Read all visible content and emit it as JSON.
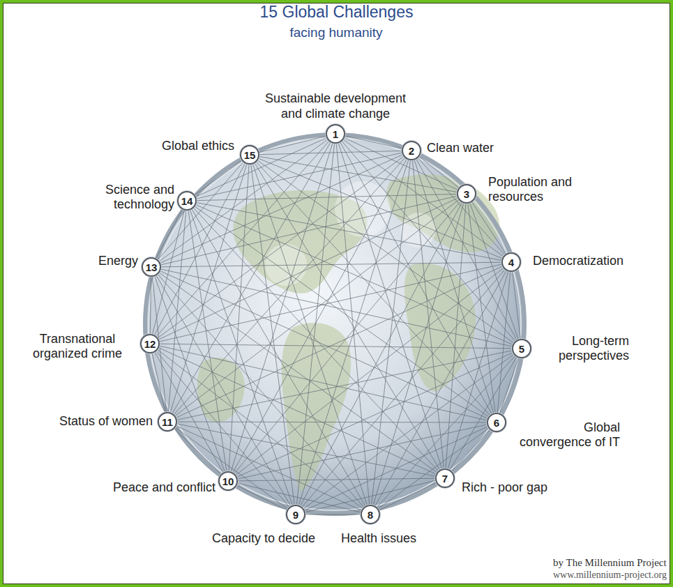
{
  "diagram": {
    "title": "15 Global Challenges",
    "nodes": [
      {
        "text": [
          "1",
          "Sustainable development and climate change"
        ]
      },
      {
        "text": [
          "2",
          "Clean water"
        ]
      },
      {
        "text": [
          "3",
          "Population and resources"
        ]
      },
      {
        "text": [
          "4",
          "Democratization"
        ]
      },
      {
        "text": [
          "5",
          "Long-term perspectives"
        ]
      },
      {
        "text": [
          "6",
          "Global convergence of IT"
        ]
      },
      {
        "text": [
          "7",
          "Rich - poor gap"
        ]
      },
      {
        "text": [
          "8",
          "Health issues"
        ]
      },
      {
        "text": [
          "9",
          "Capacity to decide"
        ]
      },
      {
        "text": [
          "10",
          "Peace and conflict"
        ]
      },
      {
        "text": [
          "11",
          "Status of women"
        ]
      },
      {
        "text": [
          "12",
          "Transnational organized crime"
        ]
      },
      {
        "text": [
          "13",
          "Energy"
        ]
      },
      {
        "text": [
          "14",
          "Science and technology"
        ]
      },
      {
        "text": [
          "15",
          "Global ethics"
        ]
      }
    ],
    "edges": [
      {
        "from": 0,
        "to": 1,
        "arrow": "none"
      },
      {
        "from": 0,
        "to": 2,
        "arrow": "none"
      },
      {
        "from": 0,
        "to": 3,
        "arrow": "none"
      },
      {
        "from": 0,
        "to": 4,
        "arrow": "none"
      },
      {
        "from": 0,
        "to": 5,
        "arrow": "none"
      },
      {
        "from": 0,
        "to": 6,
        "arrow": "none"
      },
      {
        "from": 0,
        "to": 7,
        "arrow": "none"
      },
      {
        "from": 0,
        "to": 8,
        "arrow": "none"
      },
      {
        "from": 0,
        "to": 9,
        "arrow": "none"
      },
      {
        "from": 0,
        "to": 10,
        "arrow": "none"
      },
      {
        "from": 0,
        "to": 11,
        "arrow": "none"
      },
      {
        "from": 0,
        "to": 12,
        "arrow": "none"
      },
      {
        "from": 0,
        "to": 13,
        "arrow": "none"
      },
      {
        "from": 0,
        "to": 14,
        "arrow": "none"
      },
      {
        "from": 1,
        "to": 2,
        "arrow": "none"
      },
      {
        "from": 1,
        "to": 3,
        "arrow": "none"
      },
      {
        "from": 1,
        "to": 4,
        "arrow": "none"
      },
      {
        "from": 1,
        "to": 5,
        "arrow": "none"
      },
      {
        "from": 1,
        "to": 6,
        "arrow": "none"
      },
      {
        "from": 1,
        "to": 7,
        "arrow": "none"
      },
      {
        "from": 1,
        "to": 8,
        "arrow": "none"
      },
      {
        "from": 1,
        "to": 9,
        "arrow": "none"
      },
      {
        "from": 1,
        "to": 10,
        "arrow": "none"
      },
      {
        "from": 1,
        "to": 11,
        "arrow": "none"
      },
      {
        "from": 1,
        "to": 12,
        "arrow": "none"
      },
      {
        "from": 1,
        "to": 13,
        "arrow": "none"
      },
      {
        "from": 1,
        "to": 14,
        "arrow": "none"
      },
      {
        "from": 2,
        "to": 3,
        "arrow": "none"
      },
      {
        "from": 2,
        "to": 4,
        "arrow": "none"
      },
      {
        "from": 2,
        "to": 5,
        "arrow": "none"
      },
      {
        "from": 2,
        "to": 6,
        "arrow": "none"
      },
      {
        "from": 2,
        "to": 7,
        "arrow": "none"
      },
      {
        "from": 2,
        "to": 8,
        "arrow": "none"
      },
      {
        "from": 2,
        "to": 9,
        "arrow": "none"
      },
      {
        "from": 2,
        "to": 10,
        "arrow": "none"
      },
      {
        "from": 2,
        "to": 11,
        "arrow": "none"
      },
      {
        "from": 2,
        "to": 12,
        "arrow": "none"
      },
      {
        "from": 2,
        "to": 13,
        "arrow": "none"
      },
      {
        "from": 2,
        "to": 14,
        "arrow": "none"
      },
      {
        "from": 3,
        "to": 4,
        "arrow": "none"
      },
      {
        "from": 3,
        "to": 5,
        "arrow": "none"
      },
      {
        "from": 3,
        "to": 6,
        "arrow": "none"
      },
      {
        "from": 3,
        "to": 7,
        "arrow": "none"
      },
      {
        "from": 3,
        "to": 8,
        "arrow": "none"
      },
      {
        "from": 3,
        "to": 9,
        "arrow": "none"
      },
      {
        "from": 3,
        "to": 10,
        "arrow": "none"
      },
      {
        "from": 3,
        "to": 11,
        "arrow": "none"
      },
      {
        "from": 3,
        "to": 12,
        "arrow": "none"
      },
      {
        "from": 3,
        "to": 13,
        "arrow": "none"
      },
      {
        "from": 3,
        "to": 14,
        "arrow": "none"
      },
      {
        "from": 4,
        "to": 5,
        "arrow": "none"
      },
      {
        "from": 4,
        "to": 6,
        "arrow": "none"
      },
      {
        "from": 4,
        "to": 7,
        "arrow": "none"
      },
      {
        "from": 4,
        "to": 8,
        "arrow": "none"
      },
      {
        "from": 4,
        "to": 9,
        "arrow": "none"
      },
      {
        "from": 4,
        "to": 10,
        "arrow": "none"
      },
      {
        "from": 4,
        "to": 11,
        "arrow": "none"
      },
      {
        "from": 4,
        "to": 12,
        "arrow": "none"
      },
      {
        "from": 4,
        "to": 13,
        "arrow": "none"
      },
      {
        "from": 4,
        "to": 14,
        "arrow": "none"
      },
      {
        "from": 5,
        "to": 6,
        "arrow": "none"
      },
      {
        "from": 5,
        "to": 7,
        "arrow": "none"
      },
      {
        "from": 5,
        "to": 8,
        "arrow": "none"
      },
      {
        "from": 5,
        "to": 9,
        "arrow": "none"
      },
      {
        "from": 5,
        "to": 10,
        "arrow": "none"
      },
      {
        "from": 5,
        "to": 11,
        "arrow": "none"
      },
      {
        "from": 5,
        "to": 12,
        "arrow": "none"
      },
      {
        "from": 5,
        "to": 13,
        "arrow": "none"
      },
      {
        "from": 5,
        "to": 14,
        "arrow": "none"
      },
      {
        "from": 6,
        "to": 7,
        "arrow": "none"
      },
      {
        "from": 6,
        "to": 8,
        "arrow": "none"
      },
      {
        "from": 6,
        "to": 9,
        "arrow": "none"
      },
      {
        "from": 6,
        "to": 10,
        "arrow": "none"
      },
      {
        "from": 6,
        "to": 11,
        "arrow": "none"
      },
      {
        "from": 6,
        "to": 12,
        "arrow": "none"
      },
      {
        "from": 6,
        "to": 13,
        "arrow": "none"
      },
      {
        "from": 6,
        "to": 14,
        "arrow": "none"
      },
      {
        "from": 7,
        "to": 8,
        "arrow": "none"
      },
      {
        "from": 7,
        "to": 9,
        "arrow": "none"
      },
      {
        "from": 7,
        "to": 10,
        "arrow": "none"
      },
      {
        "from": 7,
        "to": 11,
        "arrow": "none"
      },
      {
        "from": 7,
        "to": 12,
        "arrow": "none"
      },
      {
        "from": 7,
        "to": 13,
        "arrow": "none"
      },
      {
        "from": 7,
        "to": 14,
        "arrow": "none"
      },
      {
        "from": 8,
        "to": 9,
        "arrow": "none"
      },
      {
        "from": 8,
        "to": 10,
        "arrow": "none"
      },
      {
        "from": 8,
        "to": 11,
        "arrow": "none"
      },
      {
        "from": 8,
        "to": 12,
        "arrow": "none"
      },
      {
        "from": 8,
        "to": 13,
        "arrow": "none"
      },
      {
        "from": 8,
        "to": 14,
        "arrow": "none"
      },
      {
        "from": 9,
        "to": 10,
        "arrow": "none"
      },
      {
        "from": 9,
        "to": 11,
        "arrow": "none"
      },
      {
        "from": 9,
        "to": 12,
        "arrow": "none"
      },
      {
        "from": 9,
        "to": 13,
        "arrow": "none"
      },
      {
        "from": 9,
        "to": 14,
        "arrow": "none"
      },
      {
        "from": 10,
        "to": 11,
        "arrow": "none"
      },
      {
        "from": 10,
        "to": 12,
        "arrow": "none"
      },
      {
        "from": 10,
        "to": 13,
        "arrow": "none"
      },
      {
        "from": 10,
        "to": 14,
        "arrow": "none"
      },
      {
        "from": 11,
        "to": 12,
        "arrow": "none"
      },
      {
        "from": 11,
        "to": 13,
        "arrow": "none"
      },
      {
        "from": 11,
        "to": 14,
        "arrow": "none"
      },
      {
        "from": 12,
        "to": 13,
        "arrow": "none"
      },
      {
        "from": 12,
        "to": 14,
        "arrow": "none"
      },
      {
        "from": 13,
        "to": 14,
        "arrow": "none"
      }
    ],
    "labels": [
      "facing humanity",
      "by The Millennium Project",
      "www.millennium-project.org"
    ]
  }
}
